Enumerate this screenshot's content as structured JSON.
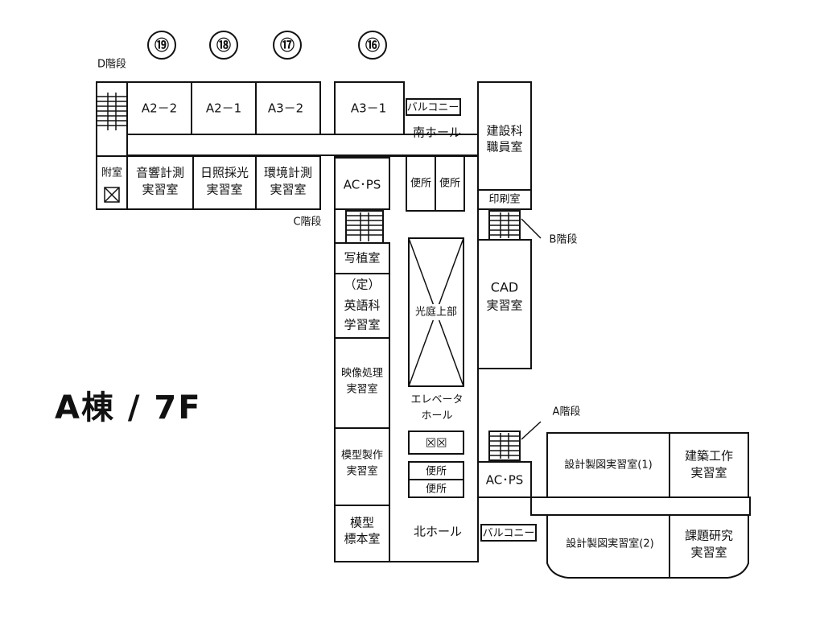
{
  "title": "A棟 / 7F",
  "room_numbers": [
    "⑲",
    "⑱",
    "⑰",
    "⑯"
  ],
  "stairs": {
    "d": "D階段",
    "c": "C階段",
    "b": "B階段",
    "a": "A階段"
  },
  "rooms": {
    "a2_2": "A2－2",
    "a2_1": "A2－1",
    "a3_2": "A3－2",
    "a3_1": "A3－1",
    "balcony_top": "バルコニー",
    "south_hall": "南ホール",
    "arch_staff": [
      "建設科",
      "職員室"
    ],
    "annex": "附室",
    "x_mark": "☒",
    "acoustic": [
      "音響計測",
      "実習室"
    ],
    "daylight": [
      "日照採光",
      "実習室"
    ],
    "environment": [
      "環境計測",
      "実習室"
    ],
    "acps_top": "AC･PS",
    "toilet_1": "便所",
    "toilet_2": "便所",
    "print_room": "印刷室",
    "photo_type": "写植室",
    "english": [
      "（定）",
      "英語科",
      "学習室"
    ],
    "lightwell": "光庭上部",
    "cad": [
      "CAD",
      "実習室"
    ],
    "video": [
      "映像処理",
      "実習室"
    ],
    "elevator_hall": [
      "エレベータ",
      "ホール"
    ],
    "model_making": [
      "模型製作",
      "実習室"
    ],
    "elev_marks": "☒☒",
    "toilet_3": "便所",
    "toilet_4": "便所",
    "acps_bottom": "AC･PS",
    "drafting_1": "設計製図実習室(1)",
    "construction": [
      "建築工作",
      "実習室"
    ],
    "specimen": [
      "模型",
      "標本室"
    ],
    "north_hall": "北ホール",
    "balcony_bottom": "バルコニー",
    "drafting_2": "設計製図実習室(2)",
    "research": [
      "課題研究",
      "実習室"
    ]
  }
}
